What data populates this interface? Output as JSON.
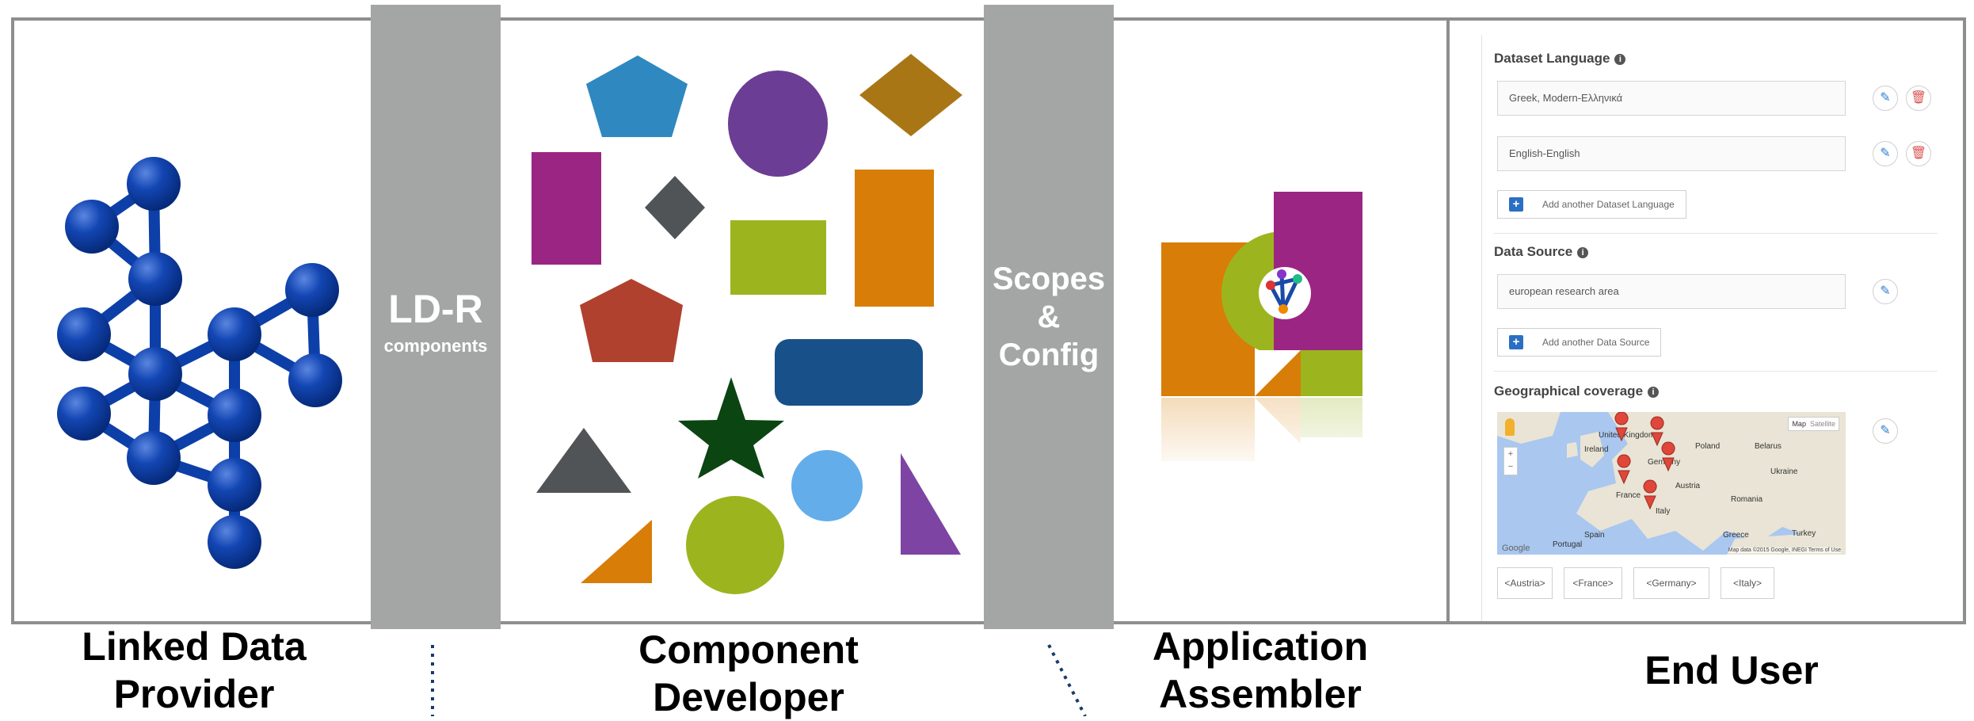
{
  "bars": {
    "components": {
      "title": "LD-R",
      "subtitle": "components"
    },
    "scopes": {
      "line1": "Scopes",
      "line2": "&",
      "line3": "Config"
    }
  },
  "roles": {
    "provider": {
      "line1": "Linked Data",
      "line2": "Provider"
    },
    "developer": {
      "line1": "Component",
      "line2": "Developer"
    },
    "assembler": {
      "line1": "Application",
      "line2": "Assembler"
    },
    "end_user": {
      "line1": "End User"
    }
  },
  "colors": {
    "bar_gray": "#a4a6a5",
    "panel_border": "#8e8e8e",
    "molecule_blue": "#0a3ea5",
    "accent_blue": "#2d7fd0",
    "delete_red": "#d9534f"
  },
  "end_user_form": {
    "dataset_language": {
      "label": "Dataset Language",
      "values": [
        "Greek, Modern-Ελληνικά",
        "English-English"
      ],
      "add_label": "Add another Dataset Language"
    },
    "data_source": {
      "label": "Data Source",
      "value": "european research area",
      "add_label": "Add another Data Source"
    },
    "geo_coverage": {
      "label": "Geographical coverage",
      "map_tabs": [
        "Map",
        "Satellite"
      ],
      "map_labels": [
        "Ireland",
        "United Kingdom",
        "Germany",
        "Poland",
        "Belarus",
        "Ukraine",
        "France",
        "Austria",
        "Romania",
        "Spain",
        "Portugal",
        "Italy",
        "Greece",
        "Turkey"
      ],
      "attribution": "Map data ©2015 Google, INEGI   Terms of Use",
      "google": "Google",
      "tags": [
        "<Austria>",
        "<France>",
        "<Germany>",
        "<Italy>"
      ]
    }
  }
}
